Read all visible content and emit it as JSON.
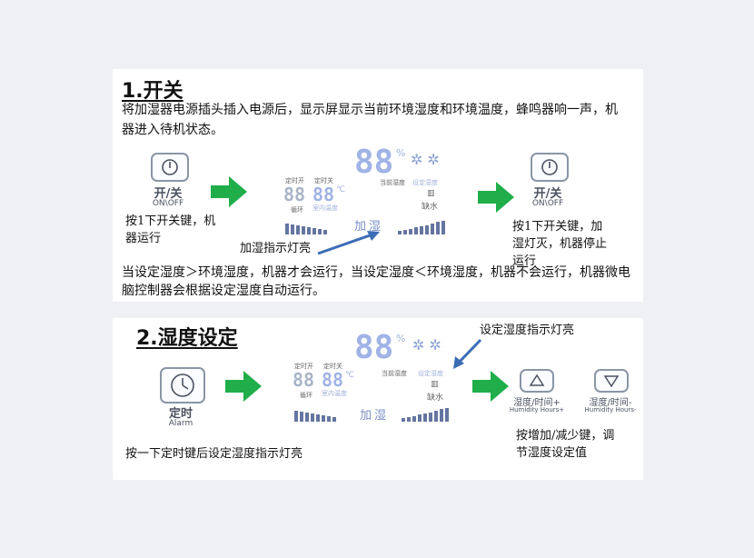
{
  "section1": {
    "title": "1.开关",
    "intro": "将加湿器电源插头插入电源后，显示屏显示当前环境湿度和环境温度，蜂鸣器响一声，机器进入待机状态。",
    "power_button": {
      "cn": "开/关",
      "en": "ON\\OFF"
    },
    "left_note": "按1下开关键，机器运行",
    "right_note": "按1下开关键，加湿灯灭，机器停止运行",
    "indicator_label": "加湿指示灯亮",
    "bottom_text": "当设定湿度＞环境湿度，机器才会运行，当设定湿度＜环境湿度，机器不会运行，机器微电脑控制器会根据设定湿度自动运行。"
  },
  "display": {
    "digits": "88",
    "percent": "%",
    "celsius": "℃",
    "timer_on": "定时开",
    "timer_off": "定时关",
    "cycle": "循环",
    "indoor_temp": "室内温度",
    "current_humidity": "当前湿度",
    "set_humidity": "设定湿度",
    "water_shortage": "缺水",
    "humidify": "加湿"
  },
  "section2": {
    "title": "2.湿度设定",
    "indicator_label": "设定湿度指示灯亮",
    "timer_button": {
      "cn": "定时",
      "en": "Alarm"
    },
    "plus_button": {
      "cn": "湿度/时间+",
      "en": "Humidity Hours+"
    },
    "minus_button": {
      "cn": "湿度/时间-",
      "en": "Humidity Hours-"
    },
    "left_note": "按一下定时键后设定湿度指示灯亮",
    "right_note": "按增加/减少键，调节湿度设定值"
  },
  "colors": {
    "green_arrow": "#1fae4a",
    "blue_arrow": "#3b6db5",
    "lcd_light": "#9fb3e6"
  }
}
